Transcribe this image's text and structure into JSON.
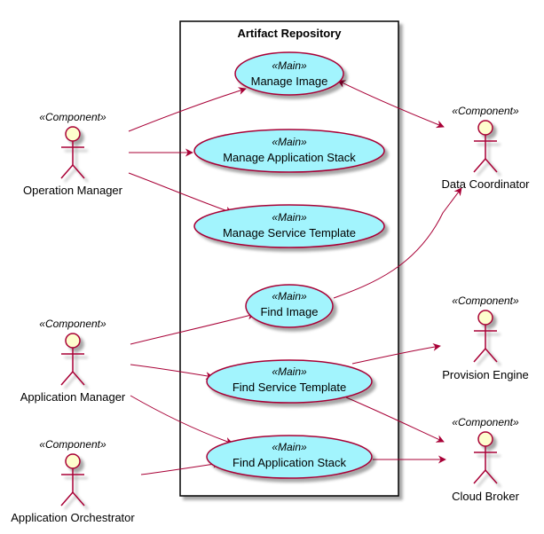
{
  "repository": {
    "title": "Artifact Repository"
  },
  "use_cases": [
    {
      "id": "manage-image",
      "stereotype": "«Main»",
      "label": "Manage Image"
    },
    {
      "id": "manage-application-stack",
      "stereotype": "«Main»",
      "label": "Manage Application Stack"
    },
    {
      "id": "manage-service-template",
      "stereotype": "«Main»",
      "label": "Manage Service Template"
    },
    {
      "id": "find-image",
      "stereotype": "«Main»",
      "label": "Find Image"
    },
    {
      "id": "find-service-template",
      "stereotype": "«Main»",
      "label": "Find Service Template"
    },
    {
      "id": "find-application-stack",
      "stereotype": "«Main»",
      "label": "Find Application Stack"
    }
  ],
  "actors": [
    {
      "id": "operation-manager",
      "stereotype": "«Component»",
      "label": "Operation Manager"
    },
    {
      "id": "application-manager",
      "stereotype": "«Component»",
      "label": "Application Manager"
    },
    {
      "id": "application-orchestrator",
      "stereotype": "«Component»",
      "label": "Application Orchestrator"
    },
    {
      "id": "data-coordinator",
      "stereotype": "«Component»",
      "label": "Data Coordinator"
    },
    {
      "id": "provision-engine",
      "stereotype": "«Component»",
      "label": "Provision Engine"
    },
    {
      "id": "cloud-broker",
      "stereotype": "«Component»",
      "label": "Cloud Broker"
    }
  ],
  "relations": [
    {
      "from": "operation-manager",
      "to": "manage-image"
    },
    {
      "from": "operation-manager",
      "to": "manage-application-stack"
    },
    {
      "from": "operation-manager",
      "to": "manage-service-template"
    },
    {
      "from": "manage-image",
      "to": "data-coordinator",
      "bidirectional": true
    },
    {
      "from": "find-image",
      "to": "data-coordinator"
    },
    {
      "from": "application-manager",
      "to": "find-image"
    },
    {
      "from": "application-manager",
      "to": "find-service-template"
    },
    {
      "from": "application-manager",
      "to": "find-application-stack"
    },
    {
      "from": "application-orchestrator",
      "to": "find-application-stack"
    },
    {
      "from": "find-service-template",
      "to": "provision-engine"
    },
    {
      "from": "find-service-template",
      "to": "cloud-broker"
    },
    {
      "from": "find-application-stack",
      "to": "cloud-broker"
    }
  ],
  "colors": {
    "use_case_fill": "#A2F4FD",
    "actor_fill": "#FEFECE",
    "line": "#A80036",
    "shadow": "#C8C8C8"
  }
}
